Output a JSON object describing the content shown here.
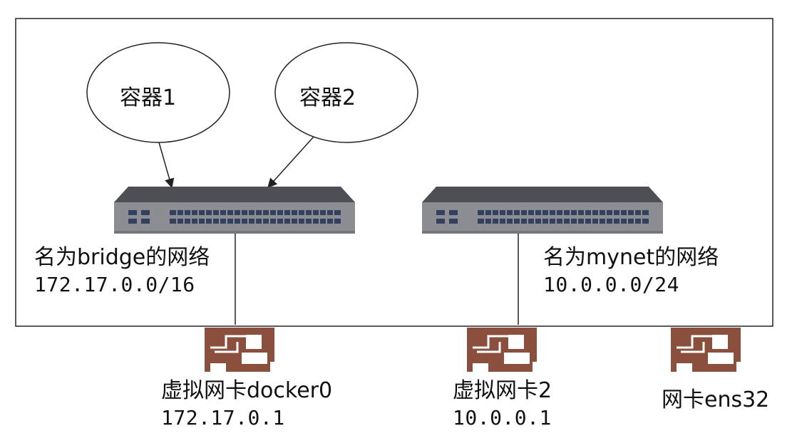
{
  "containers": [
    {
      "label": "容器1"
    },
    {
      "label": "容器2"
    }
  ],
  "networks": [
    {
      "name": "名为bridge的网络",
      "subnet": "172.17.0.0/16"
    },
    {
      "name": "名为mynet的网络",
      "subnet": "10.0.0.0/24"
    }
  ],
  "nics": [
    {
      "name": "虚拟网卡docker0",
      "ip": "172.17.0.1"
    },
    {
      "name": "虚拟网卡2",
      "ip": "10.0.0.1"
    },
    {
      "name": "网卡ens32"
    }
  ],
  "colors": {
    "switch_body": "#8b8d93",
    "switch_top": "#4d4f55",
    "port": "#3a4a6a",
    "nic": "#8b4f3d",
    "line": "#222222"
  },
  "icons": [
    "network-switch-icon",
    "network-card-icon"
  ]
}
